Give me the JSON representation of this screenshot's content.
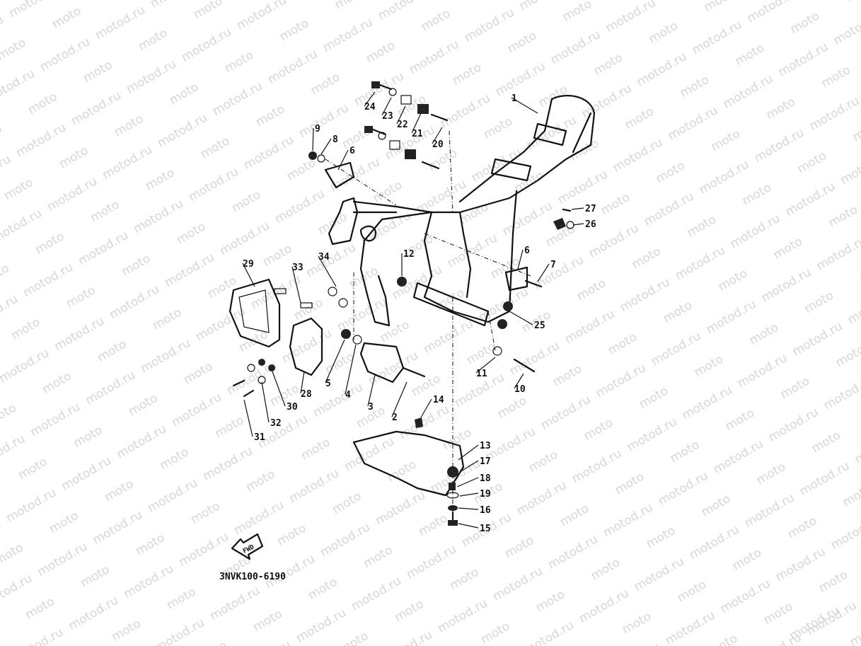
{
  "watermark": "motod.ru",
  "diagram_code": "3NVK100-6190",
  "fwd_label": "FWD",
  "callouts": [
    "1",
    "24",
    "23",
    "22",
    "21",
    "20",
    "9",
    "8",
    "6",
    "27",
    "26",
    "12",
    "6",
    "7",
    "34",
    "29",
    "33",
    "25",
    "11",
    "10",
    "5",
    "4",
    "3",
    "2",
    "14",
    "28",
    "30",
    "32",
    "31",
    "13",
    "17",
    "18",
    "19",
    "16",
    "15"
  ]
}
